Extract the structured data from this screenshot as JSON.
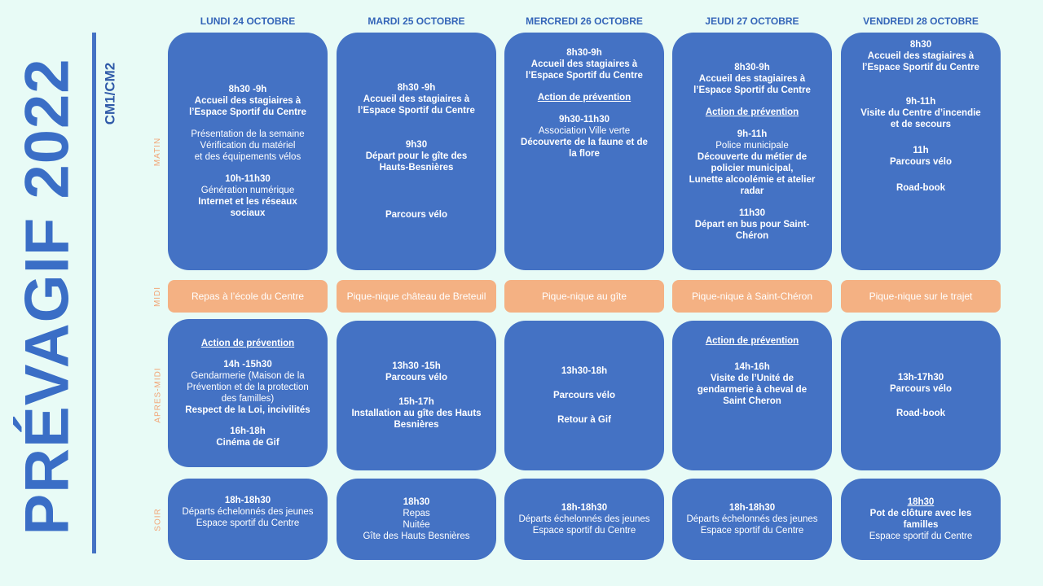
{
  "title": "PRÉVAGIF 2022",
  "subtitle": "CM1/CM2",
  "rows": {
    "matin": "MATIN",
    "midi": "MIDI",
    "apres_midi": "APRES-MIDI",
    "soir": "SOIR"
  },
  "days": [
    "LUNDI 24 OCTOBRE",
    "MARDI 25 OCTOBRE",
    "MERCREDI 26 OCTOBRE",
    "JEUDI 27 OCTOBRE",
    "VENDREDI 28 OCTOBRE"
  ],
  "morning": [
    [
      "8h30 -9h",
      "Accueil des stagiaires à",
      "l’Espace Sportif du Centre",
      "Présentation de la semaine",
      "Vérification du matériel",
      "et des équipements vélos",
      "10h-11h30",
      "Génération numérique",
      "Internet et les réseaux",
      "sociaux"
    ],
    [
      "8h30 -9h",
      "Accueil des stagiaires à",
      "l’Espace Sportif du Centre",
      "9h30",
      "Départ pour le gîte des",
      "Hauts-Besnières",
      "Parcours vélo"
    ],
    [
      "8h30-9h",
      "Accueil des stagiaires à",
      "l’Espace Sportif du Centre",
      "Action de prévention",
      "9h30-11h30",
      "Association  Ville verte",
      "Découverte de la faune et de",
      "la flore"
    ],
    [
      "8h30-9h",
      "Accueil des stagiaires à",
      "l’Espace Sportif du Centre",
      "Action de prévention",
      "9h-11h",
      "Police municipale",
      "Découverte du métier de",
      "policier municipal,",
      "Lunette alcoolémie  et atelier",
      "radar",
      "11h30",
      "Départ en bus pour Saint-",
      "Chéron"
    ],
    [
      "8h30",
      "Accueil des stagiaires à",
      "l’Espace Sportif du Centre",
      "9h-11h",
      "Visite du Centre d’incendie",
      "et de secours",
      "11h",
      "Parcours vélo",
      "Road-book"
    ]
  ],
  "midi": [
    "Repas à l’école  du Centre",
    "Pique-nique château de Breteuil",
    "Pique-nique au gîte",
    "Pique-nique à Saint-Chéron",
    "Pique-nique sur le trajet"
  ],
  "afternoon": [
    [
      "Action de prévention",
      "14h -15h30",
      "Gendarmerie (Maison de la",
      "Prévention et de la protection",
      "des familles)",
      "Respect de la Loi, incivilités",
      "16h-18h",
      "Cinéma  de Gif"
    ],
    [
      "13h30 -15h",
      "Parcours vélo",
      "15h-17h",
      "Installation au gîte des Hauts",
      "Besnières"
    ],
    [
      "13h30-18h",
      "Parcours vélo",
      "Retour à Gif"
    ],
    [
      "Action de prévention",
      "14h-16h",
      "Visite de l’Unité de",
      "gendarmerie  à cheval de",
      "Saint Cheron"
    ],
    [
      "13h-17h30",
      "Parcours vélo",
      "Road-book"
    ]
  ],
  "evening": [
    [
      "18h-18h30",
      "Départs échelonnés des jeunes",
      "Espace sportif du Centre"
    ],
    [
      "18h30",
      "Repas",
      "Nuitée",
      "Gîte des Hauts Besnières"
    ],
    [
      "18h-18h30",
      "Départs échelonnés des jeunes",
      "Espace sportif du Centre"
    ],
    [
      "18h-18h30",
      "Départs échelonnés des jeunes",
      "Espace sportif du Centre"
    ],
    [
      "18h30",
      "Pot de clôture avec les",
      "familles",
      "Espace sportif du Centre"
    ]
  ]
}
